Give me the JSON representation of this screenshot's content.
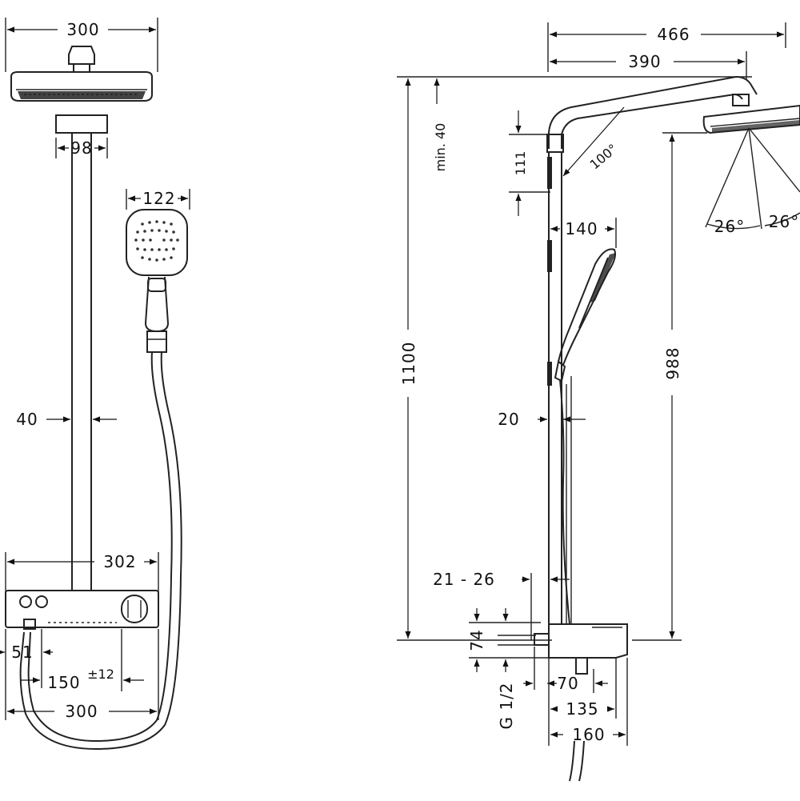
{
  "front_view": {
    "head_width": "300",
    "arm_width": "98",
    "hand_shower_width": "122",
    "pipe_diameter": "40",
    "thermostat_width": "302",
    "outlet_offset": "51",
    "inlet_spacing": "150",
    "inlet_tolerance": "±12",
    "base_width": "300"
  },
  "side_view": {
    "total_projection": "466",
    "arm_projection": "390",
    "total_height": "1100",
    "min_ceiling_gap": "min. 40",
    "swivel_length": "111",
    "arm_angle": "100°",
    "spray_angle_left": "26°",
    "spray_angle_right": "26°",
    "hand_shower_depth": "140",
    "head_height": "988",
    "rail_diameter": "20",
    "wall_gap": "21 - 26",
    "thermostat_height": "74",
    "thread": "G 1/2",
    "inlet_depth": "70",
    "depth_135": "135",
    "depth_160": "160"
  }
}
